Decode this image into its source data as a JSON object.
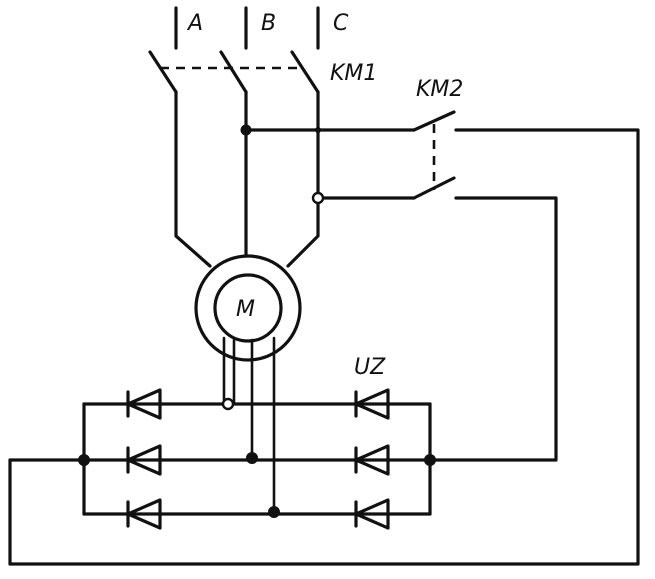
{
  "labels": {
    "phase_a": "A",
    "phase_b": "B",
    "phase_c": "C",
    "contactor_km1": "KM1",
    "contactor_km2": "KM2",
    "motor": "M",
    "rectifier": "UZ"
  }
}
